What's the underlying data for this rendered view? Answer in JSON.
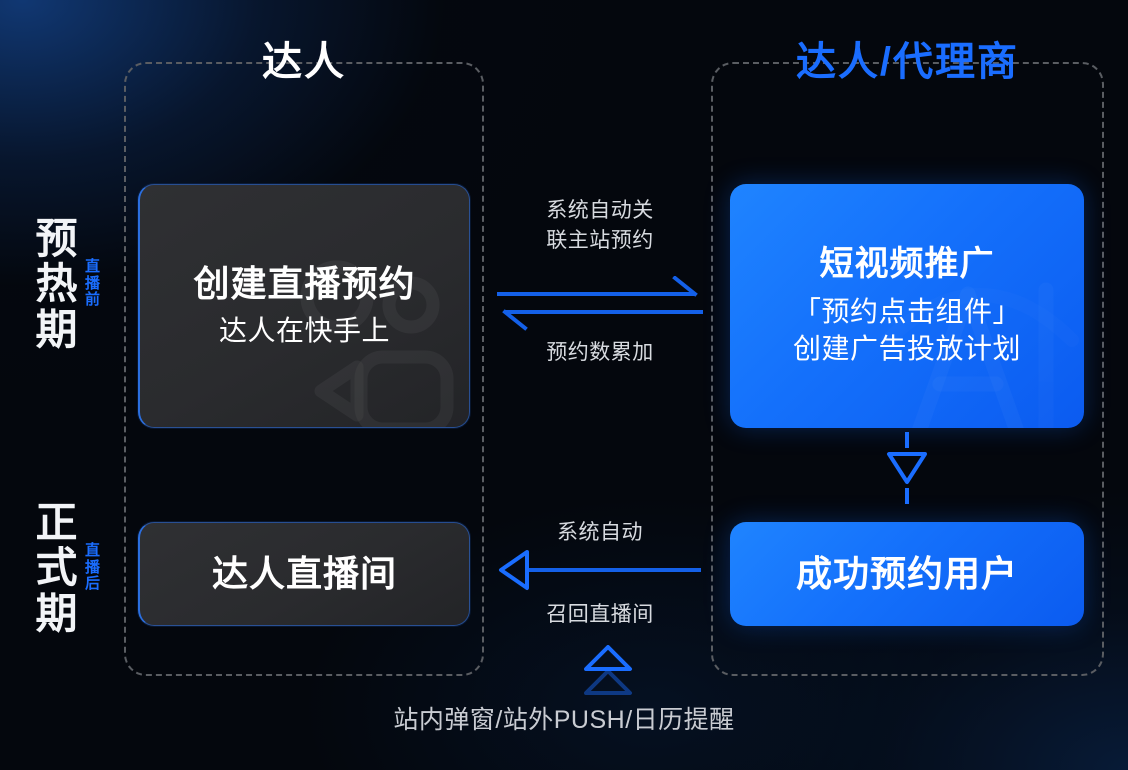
{
  "groups": {
    "left": {
      "title": "达人"
    },
    "right": {
      "title": "达人/代理商"
    }
  },
  "phases": [
    {
      "name": "预热期",
      "sub": "直播前"
    },
    {
      "name": "正式期",
      "sub": "直播后"
    }
  ],
  "cards": {
    "create_reservation": {
      "title": "创建直播预约",
      "subtitle": "达人在快手上",
      "icon": "live-camera-watermark-icon"
    },
    "live_room": {
      "title": "达人直播间"
    },
    "short_video_promo": {
      "title": "短视频推广",
      "line1": "「预约点击组件」",
      "line2": "创建广告投放计划",
      "icon": "brand-watermark-icon"
    },
    "successful_users": {
      "title": "成功预约用户"
    }
  },
  "connectors": {
    "top_right_label": "系统自动关\n联主站预约",
    "top_right_label_line1": "系统自动关",
    "top_right_label_line2": "联主站预约",
    "bottom_left_label": "预约数累加",
    "recall_label_top": "系统自动",
    "recall_label_bottom": "召回直播间",
    "down_arrow": "arrow-down-icon",
    "up_arrow": "arrow-up-icon"
  },
  "footer": {
    "caption": "站内弹窗/站外PUSH/日历提醒"
  },
  "colors": {
    "accent_blue": "#1a6dff",
    "card_blue_start": "#1f84ff",
    "card_blue_end": "#0b5bf0",
    "dashed_border": "#5a5d62",
    "text_primary": "#ffffff",
    "text_secondary": "#d8dbe0",
    "background": "#04070d"
  }
}
